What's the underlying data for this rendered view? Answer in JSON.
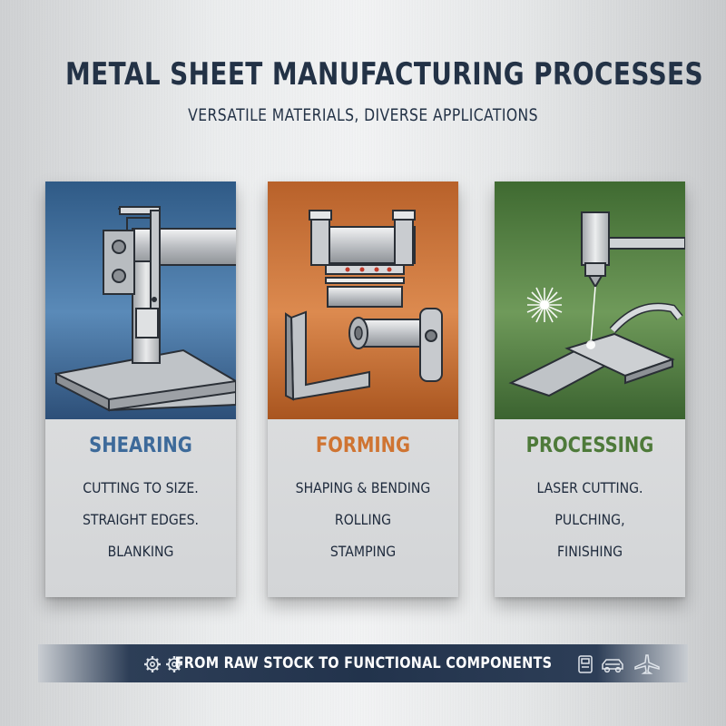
{
  "header": {
    "title": "METAL SHEET MANUFACTURING PROCESSES",
    "subtitle": "VERSATILE MATERIALS, DIVERSE APPLICATIONS"
  },
  "cards": [
    {
      "title": "SHEARING",
      "accent": "#3d6a9a",
      "illustration": "shearing-machine",
      "lines": [
        "CUTTING TO SIZE.",
        "STRAIGHT EDGES.",
        "BLANKING"
      ]
    },
    {
      "title": "FORMING",
      "accent": "#cf7432",
      "illustration": "press-brake",
      "lines": [
        "SHAPING & BENDING",
        "ROLLING",
        "STAMPING"
      ]
    },
    {
      "title": "PROCESSING",
      "accent": "#4e7a3a",
      "illustration": "laser-cutter",
      "lines": [
        "LASER CUTTING.",
        "PULCHING,",
        "FINISHING"
      ]
    }
  ],
  "footer": {
    "text": "FROM RAW STOCK TO FUNCTIONAL COMPONENTS",
    "left_icons": [
      "gear-icon",
      "gear-icon"
    ],
    "right_icons": [
      "machine-icon",
      "car-icon",
      "airplane-icon"
    ]
  }
}
